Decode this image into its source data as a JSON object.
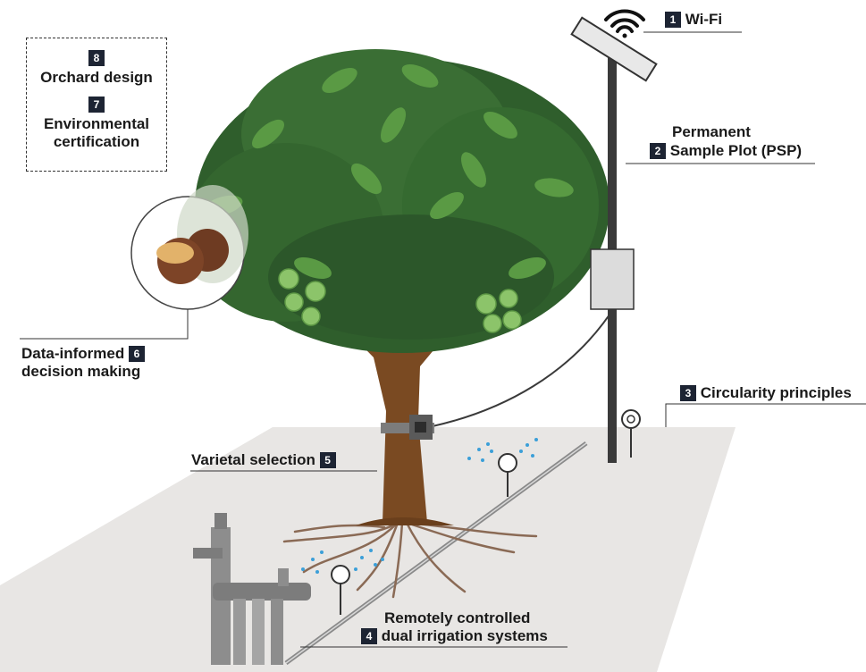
{
  "colors": {
    "ground": "#e8e6e4",
    "trunk": "#7a4a22",
    "leaf_dark": "#2f5e2c",
    "leaf_light": "#4f8f3c",
    "nut": "#8cc46a",
    "pole": "#3a3a3a",
    "panel": "#e8e8e8",
    "water": "#3b9fd8",
    "badge_bg": "#1d2433",
    "pipe": "#8a8a8a"
  },
  "icons": [
    "wifi-icon",
    "solar-panel-icon",
    "sensor-box-icon",
    "gauge-icon",
    "sprinkler-icon",
    "macadamia-nut-icon",
    "pump-station-icon"
  ],
  "labels": {
    "wifi": {
      "num": "1",
      "text": "Wi-Fi"
    },
    "psp": {
      "num": "2",
      "line1": "Permanent",
      "line2": "Sample Plot (PSP)"
    },
    "circularity": {
      "num": "3",
      "text": "Circularity principles"
    },
    "irrigation": {
      "num": "4",
      "line1": "Remotely controlled",
      "line2": "dual irrigation systems"
    },
    "varietal": {
      "num": "5",
      "text": "Varietal selection"
    },
    "data": {
      "num": "6",
      "line1": "Data-informed",
      "line2": "decision making"
    },
    "certification": {
      "num": "7",
      "line1": "Environmental",
      "line2": "certification"
    },
    "orchard": {
      "num": "8",
      "text": "Orchard design"
    }
  }
}
